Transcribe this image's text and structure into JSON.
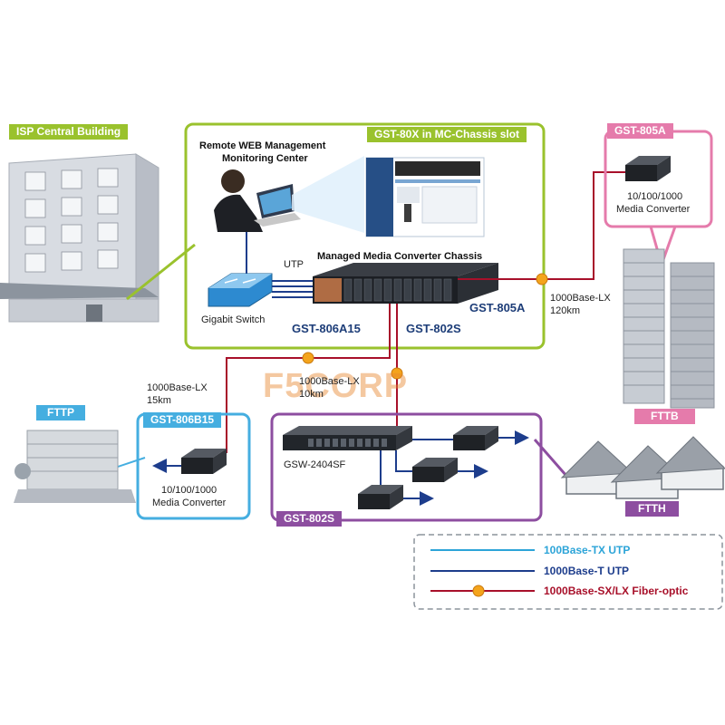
{
  "isp": {
    "title": "ISP Central Building"
  },
  "chassis_box": {
    "title": "GST-80X in MC-Chassis slot",
    "mgmt_line1": "Remote WEB Management",
    "mgmt_line2": "Monitoring Center",
    "chassis_label": "Managed Media Converter Chassis",
    "utp": "UTP",
    "switch_label": "Gigabit Switch",
    "model_805a": "GST-805A",
    "model_806a15": "GST-806A15",
    "model_802s": "GST-802S"
  },
  "fttb_box": {
    "title": "GST-805A",
    "conv_line1": "10/100/1000",
    "conv_line2": "Media Converter",
    "link_line1": "1000Base-LX",
    "link_line2": "120km",
    "building_tag": "FTTB"
  },
  "fttp_box": {
    "building_tag": "FTTP",
    "title": "GST-806B15",
    "conv_line1": "10/100/1000",
    "conv_line2": "Media Converter",
    "link_line1": "1000Base-LX",
    "link_line2": "15km"
  },
  "ftth_box": {
    "title": "GST-802S",
    "switch_label": "GSW-2404SF",
    "link_line1": "1000Base-LX",
    "link_line2": "10km",
    "houses_tag": "FTTH"
  },
  "watermark": "F5CORP",
  "legend": {
    "items": [
      {
        "label": "100Base-TX UTP",
        "color": "#2ca4d8"
      },
      {
        "label": "1000Base-T UTP",
        "color": "#1d3d8c"
      },
      {
        "label": "1000Base-SX/LX Fiber-optic",
        "color": "#a8102a"
      }
    ]
  },
  "colors": {
    "green": "#9ac22d",
    "pink": "#e57bab",
    "cyan": "#45aee0",
    "purple": "#8d4ea0",
    "fiber": "#a8102a",
    "copper": "#1d3d8c"
  }
}
